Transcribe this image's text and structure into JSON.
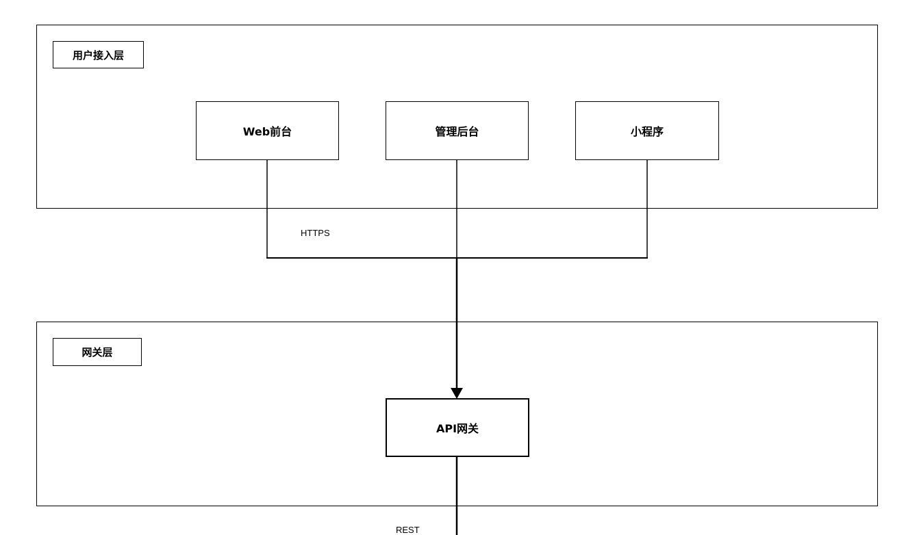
{
  "layers": {
    "user_access": {
      "label": "用户接入层"
    },
    "gateway": {
      "label": "网关层"
    }
  },
  "nodes": {
    "web_frontend": {
      "label": "Web前台"
    },
    "admin_backend": {
      "label": "管理后台"
    },
    "mini_program": {
      "label": "小程序"
    },
    "api_gateway": {
      "label": "API网关"
    }
  },
  "edges": {
    "https": {
      "label": "HTTPS"
    },
    "rest": {
      "label": "REST"
    }
  }
}
